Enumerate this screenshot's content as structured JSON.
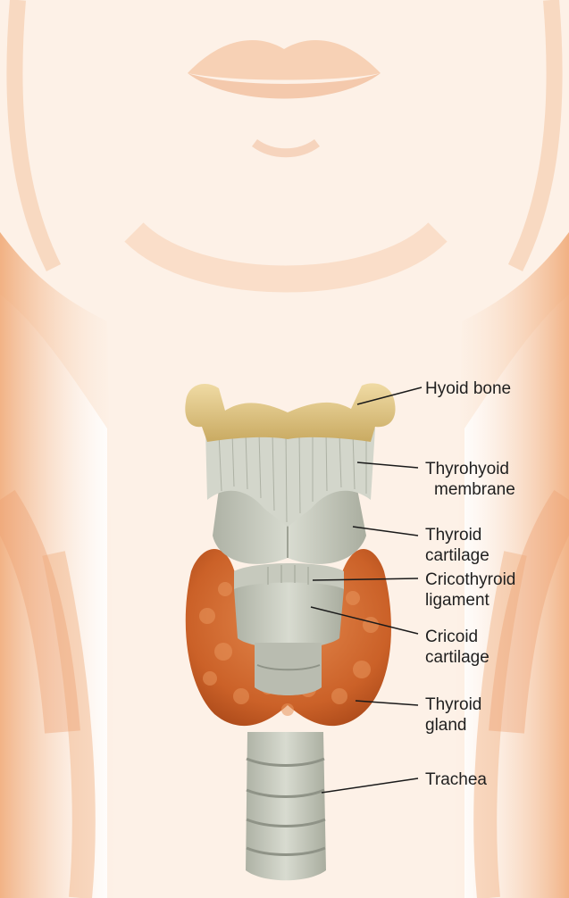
{
  "labels": {
    "hyoid_bone": [
      "Hyoid bone"
    ],
    "thyrohyoid_membrane": [
      "Thyrohyoid",
      "membrane"
    ],
    "thyroid_cartilage": [
      "Thyroid",
      "cartilage"
    ],
    "cricothyroid_ligament": [
      "Cricothyroid",
      "ligament"
    ],
    "cricoid_cartilage": [
      "Cricoid",
      "cartilage"
    ],
    "thyroid_gland": [
      "Thyroid",
      "gland"
    ],
    "trachea": [
      "Trachea"
    ]
  },
  "colors": {
    "background": "#ffffff",
    "skin_tone": "#f1b07f",
    "hyoid": "#e3cc8c",
    "cartilage": "#c9ccc0",
    "gland": "#cf6a30",
    "leader_line": "#1a1a1a"
  }
}
